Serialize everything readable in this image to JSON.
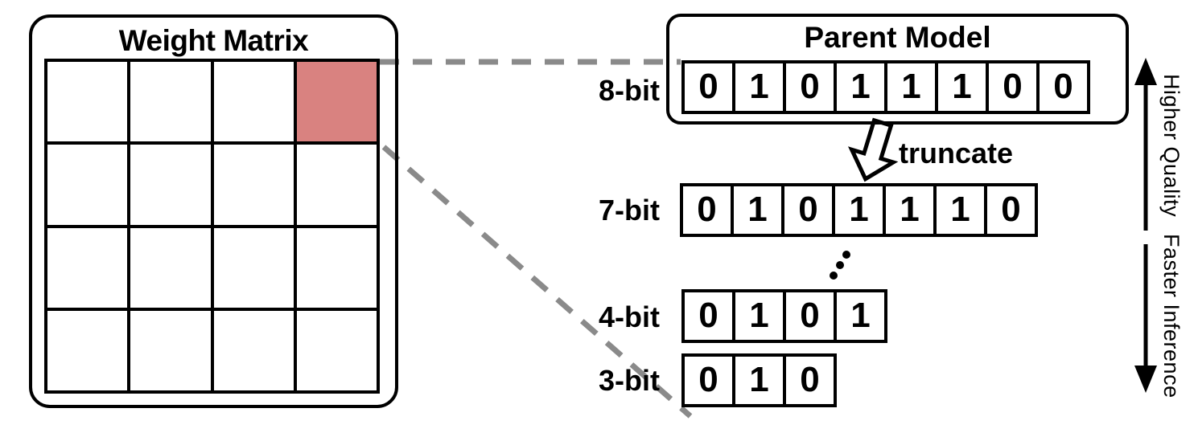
{
  "weight_matrix": {
    "title": "Weight Matrix",
    "rows": 4,
    "cols": 4,
    "highlighted_cell": {
      "row": 1,
      "col": 4
    }
  },
  "parent_model": {
    "title": "Parent Model"
  },
  "bit_rows": [
    {
      "label": "8-bit",
      "bits": [
        "0",
        "1",
        "0",
        "1",
        "1",
        "1",
        "0",
        "0"
      ]
    },
    {
      "label": "7-bit",
      "bits": [
        "0",
        "1",
        "0",
        "1",
        "1",
        "1",
        "0"
      ]
    },
    {
      "label": "4-bit",
      "bits": [
        "0",
        "1",
        "0",
        "1"
      ]
    },
    {
      "label": "3-bit",
      "bits": [
        "0",
        "1",
        "0"
      ]
    }
  ],
  "truncate": {
    "label": "truncate"
  },
  "quality_axis": {
    "up_label": "Higher Quality",
    "down_label": "Faster Inference"
  },
  "colors": {
    "highlight": "#d98280",
    "dashed_connector": "#8a8a8a",
    "outline": "#000000"
  }
}
